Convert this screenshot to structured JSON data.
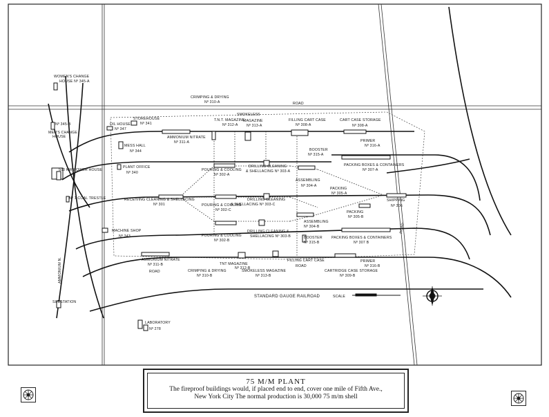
{
  "caption": {
    "title": "75 M/M PLANT",
    "line1": "The fireproof buildings would, if placed end to end, cover one mile of Fifth Ave.,",
    "line2": "New York City   The normal production is 30,000   75 m/m shell"
  },
  "railroad_label": "STANDARD GAUGE RAILROAD",
  "scale_label": "SCALE",
  "road_labels": {
    "north": "ROAD",
    "south": "ROAD",
    "east": "ROAD"
  },
  "labels": {
    "womens_change_house": "WOMEN'S CHANGE",
    "womens_change_house_no": "HOUSE  Nº 345-A",
    "mens_change_house_no": "Nº 345-B",
    "mens_change_house": "MEN'S CHANGE",
    "mens_change_house_2": "HOUSE",
    "crimping_n_1": "CRIMPING & DRYING",
    "crimping_n_2": "Nº 310-A",
    "oil_house_1": "OIL HOUSE",
    "oil_house_2": "Nº 347",
    "storehouse_1": "STOREHOUSE",
    "storehouse_2": "Nº 341",
    "ammonium_n_1": "AMMONIUM NITRATE",
    "ammonium_n_2": "Nº 311-A",
    "tnt_n_1": "T.N.T. MAGAZINE",
    "tnt_n_2": "Nº 312-A",
    "smokeless_n_1": "SMOKELESS",
    "smokeless_n_2": "MAGAZINE",
    "smokeless_n_3": "Nº 313-A",
    "filling_n_1": "FILLING CART CASE",
    "filling_n_2": "Nº 308-A",
    "cartcase_n_1": "CART CASE STORAGE",
    "cartcase_n_2": "Nº 308-A",
    "primer_n_1": "PRIMER",
    "primer_n_2": "Nº 316-A",
    "mess_hall_1": "MESS HALL",
    "mess_hall_2": "Nº 344",
    "booster_n_1": "BOOSTER",
    "booster_n_2": "Nº 315-A",
    "packing_boxes_n_1": "PACKING BOXES & CONTAINERS",
    "packing_boxes_n_2": "Nº 307-A",
    "plant_office_1": "PLANT OFFICE",
    "plant_office_2": "Nº 340",
    "pouring_a_1": "POURING & COOLING",
    "pouring_a_2": "Nº 302-A",
    "drilling_a_1": "DRILLING CLEANING",
    "drilling_a_2": "& SHELLACING Nº 303-A",
    "assembling_a_1": "ASSEMBLING",
    "assembling_a_2": "Nº 304-A",
    "packing_a_1": "PACKING",
    "packing_a_2": "Nº 305-A",
    "shipping_1": "SHIPPING",
    "shipping_2": "Nº 306",
    "power_house": "500 KW POWER HOUSE",
    "coal_trestle": "Nº 1 COAL TRESTLE",
    "receiving_1": "RECEIVING CLEANING & SHELLACING",
    "receiving_2": "Nº 301",
    "pouring_c_1": "POURING & COOLING",
    "pouring_c_2": "Nº 302-C",
    "drilling_c_1": "DRILLING CLEANING",
    "drilling_c_2": "& SHELLACING Nº 303-C",
    "packing_b_1": "PACKING",
    "packing_b_2": "Nº 305-B",
    "machine_shop_1": "MACHINE SHOP",
    "machine_shop_2": "Nº 343",
    "pouring_b_1": "POURING & COOLING",
    "pouring_b_2": "Nº 302-B",
    "drilling_b_1": "DRILLING CLEANING &",
    "drilling_b_2": "SHELLACING Nº 303-B",
    "assembling_b_1": "ASSEMBLING",
    "assembling_b_2": "Nº 304-B",
    "booster_s_1": "BOOSTER",
    "booster_s_2": "Nº 315-B",
    "packing_boxes_s_1": "PACKING BOXES & CONTAINERS",
    "packing_boxes_s_2": "Nº 307 B",
    "ammonium_s_1": "AMMONIUM NITRATE",
    "ammonium_s_2": "Nº 311-B",
    "tnt_s_1": "TNT MAGAZINE",
    "tnt_s_2": "Nº 312-B",
    "filling_s": "FILLING CART CASE",
    "primer_s_1": "PRIMER",
    "primer_s_2": "Nº 316-B",
    "crimping_s_1": "CRIMPING & DRYING",
    "crimping_s_2": "Nº 310-B",
    "smokeless_s_1": "SMOKELESS MAGAZINE",
    "smokeless_s_2": "Nº 313-B",
    "cartcase_s_1": "CARTRIDGE CASE STORAGE",
    "cartcase_s_2": "Nº 309-B",
    "substation": "SUBSTATION",
    "laboratory_1": "LABORATORY",
    "laboratory_2": "Nº 278",
    "ammonium_vertical": "AMMONIUM N."
  }
}
